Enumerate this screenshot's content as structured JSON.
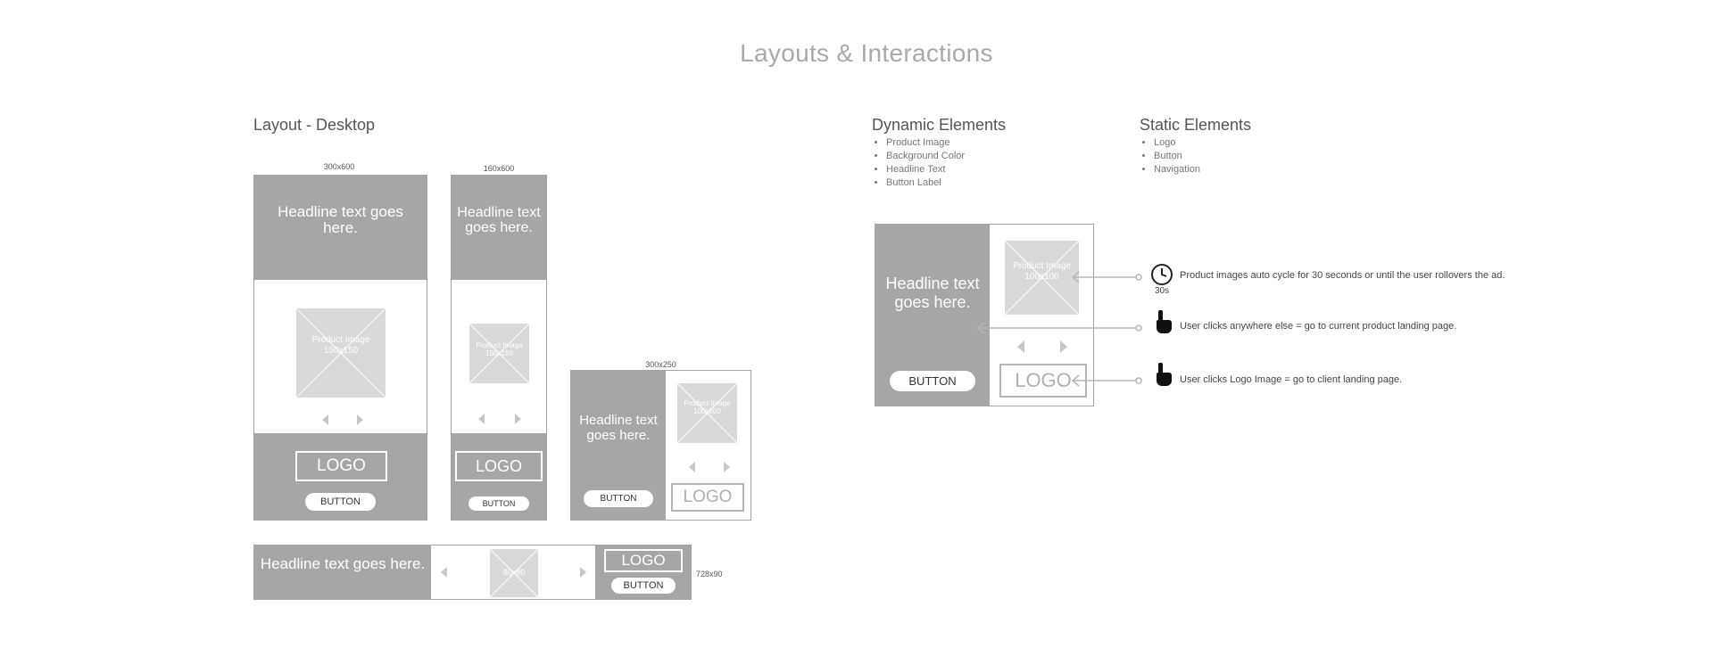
{
  "page": {
    "title": "Layouts & Interactions"
  },
  "desktop": {
    "title": "Layout - Desktop",
    "ad_300x600": {
      "size": "300x600",
      "headline": "Headline text goes here.",
      "image_label": "Product Image 150x150",
      "logo": "LOGO",
      "button": "BUTTON"
    },
    "ad_160x600": {
      "size": "160x600",
      "headline": "Headline text goes here.",
      "image_label": "Product Image 150x150",
      "logo": "LOGO",
      "button": "BUTTON"
    },
    "ad_300x250": {
      "size": "300x250",
      "headline": "Headline text goes here.",
      "image_label": "Product Image 100x100",
      "logo": "LOGO",
      "button": "BUTTON"
    },
    "ad_728x90": {
      "size": "728x90",
      "headline": "Headline text goes here.",
      "image_label": "80x80",
      "logo": "LOGO",
      "button": "BUTTON"
    }
  },
  "dynamic": {
    "title": "Dynamic Elements",
    "items": [
      "Product Image",
      "Background Color",
      "Headline Text",
      "Button Label"
    ]
  },
  "static": {
    "title": "Static Elements",
    "items": [
      "Logo",
      "Button",
      "Navigation"
    ]
  },
  "interaction_ad": {
    "headline": "Headline text goes here.",
    "image_label": "Product Image 100x100",
    "logo": "LOGO",
    "button": "BUTTON"
  },
  "interactions": {
    "timer_label": "30s",
    "note_autocycle": "Product images auto cycle for 30 seconds or until the user rollovers the ad.",
    "note_click_anywhere": "User clicks anywhere else = go to current product landing page.",
    "note_click_logo": "User clicks Logo Image = go to client landing page."
  },
  "icons": [
    "clock-icon",
    "hand-pointer-icon",
    "chevron-left-icon",
    "chevron-right-icon",
    "arrow-left-icon"
  ],
  "colors": {
    "panel_gray": "#a6a6a6",
    "image_placeholder": "#d9d9d9",
    "title_gray": "#a9a9a9"
  }
}
